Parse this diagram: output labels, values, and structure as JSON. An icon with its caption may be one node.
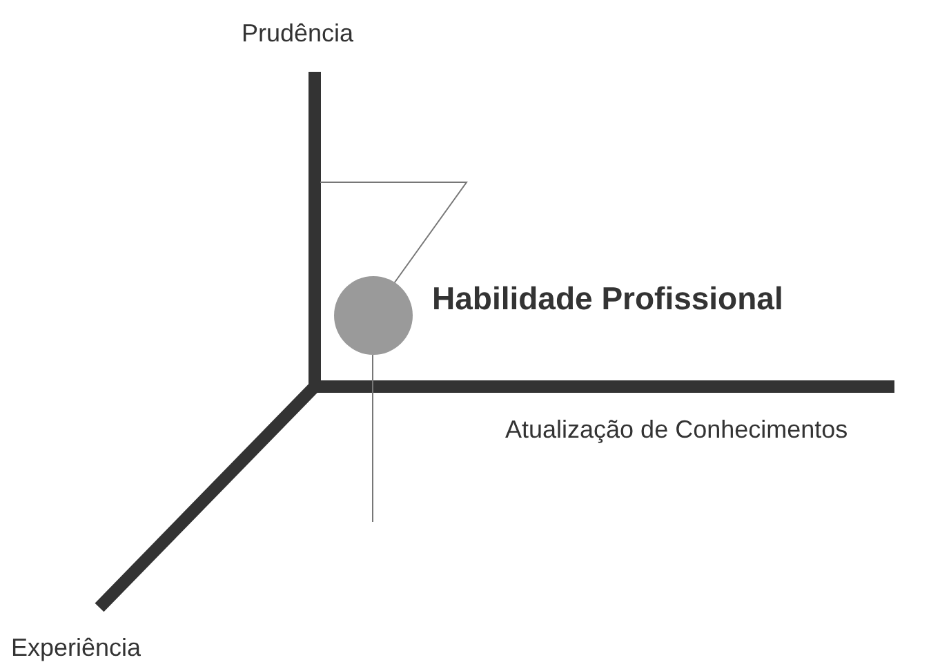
{
  "diagram": {
    "nodes": [
      {
        "text": [],
        "shape": "circle",
        "beside": [
          "Habilidade Profissional"
        ]
      }
    ],
    "labels": [
      "Prudência",
      "Atualização de Conhecimentos",
      "Experiência"
    ]
  }
}
